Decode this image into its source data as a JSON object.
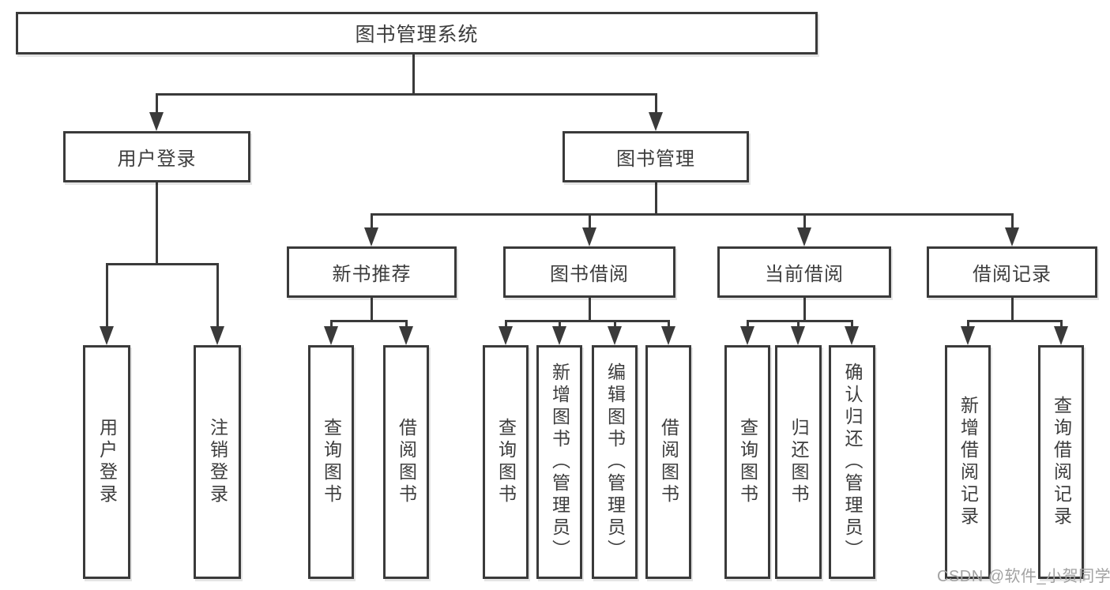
{
  "title": {
    "root": "图书管理系统"
  },
  "level2": {
    "login": "用户登录",
    "management": "图书管理"
  },
  "level3": {
    "recommend": "新书推荐",
    "borrow": "图书借阅",
    "current": "当前借阅",
    "records": "借阅记录"
  },
  "leaves": {
    "login": [
      "用户登录",
      "注销登录"
    ],
    "recommend": [
      "查询图书",
      "借阅图书"
    ],
    "borrow": [
      "查询图书",
      "新增图书（管理员）",
      "编辑图书（管理员）",
      "借阅图书"
    ],
    "current": [
      "查询图书",
      "归还图书",
      "确认归还（管理员）"
    ],
    "records": [
      "新增借阅记录",
      "查询借阅记录"
    ]
  },
  "watermark": "CSDN @软件_小贺同学",
  "colors": {
    "line": "#3a3a3a",
    "text": "#3d3d3d",
    "box_border": "#3a3a3a",
    "box_background": "#ffffff",
    "watermark": "#a2a2a2",
    "canvas_background": "#ffffff"
  }
}
